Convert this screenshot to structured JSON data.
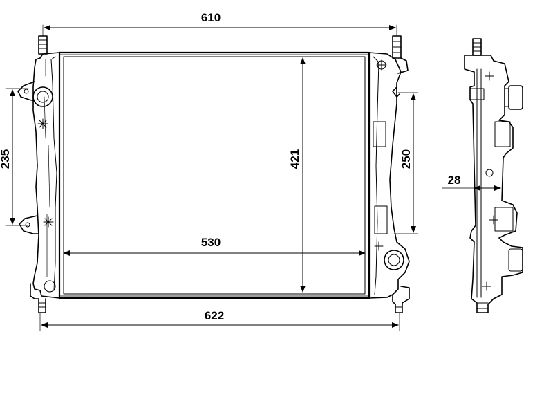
{
  "dimensions": {
    "top_width": "610",
    "bottom_width": "622",
    "core_width": "530",
    "core_height": "421",
    "left_mount_spacing": "235",
    "right_mount_spacing": "250",
    "depth": "28"
  }
}
